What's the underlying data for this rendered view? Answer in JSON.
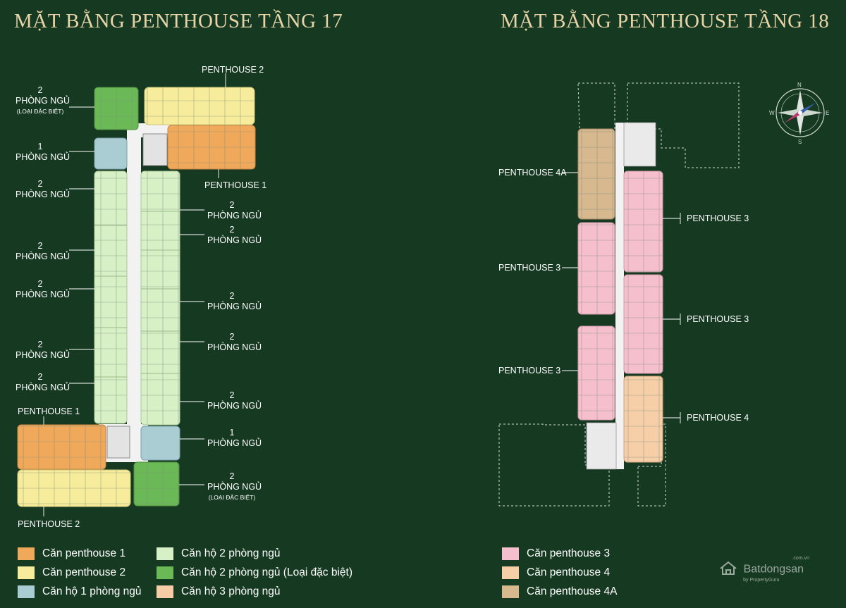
{
  "titles": {
    "left": "MẶT BẰNG PENTHOUSE TẦNG 17",
    "right": "MẶT BẰNG PENTHOUSE TẦNG 18"
  },
  "colors": {
    "background": "#163922",
    "penthouse1": "#f0a95a",
    "penthouse2": "#f7ec9b",
    "one_bed": "#a9cdd3",
    "two_bed": "#d8f0c6",
    "two_bed_special": "#6bb956",
    "three_bed": "#f6cda6",
    "penthouse3": "#f6bfcd",
    "penthouse4": "#f6cfa8",
    "penthouse4a": "#d7b88f",
    "title": "#e6d3a6"
  },
  "floor17": {
    "labels": {
      "ph2_top": "PENTHOUSE 2",
      "ph1_top": "PENTHOUSE 1",
      "ph1_bottom": "PENTHOUSE 1",
      "ph2_bottom": "PENTHOUSE 2",
      "l1_num": "2",
      "l1_text": "PHÒNG NGỦ",
      "l1_sub": "(LOẠI ĐẶC BIỆT)",
      "l2_num": "1",
      "l2_text": "PHÒNG NGỦ",
      "l3_num": "2",
      "l3_text": "PHÒNG NGỦ",
      "l4_num": "2",
      "l4_text": "PHÒNG NGỦ",
      "l5_num": "2",
      "l5_text": "PHÒNG NGỦ",
      "l6_num": "2",
      "l6_text": "PHÒNG NGỦ",
      "l7_num": "2",
      "l7_text": "PHÒNG NGỦ",
      "r1_num": "2",
      "r1_text": "PHÒNG NGỦ",
      "r2_num": "2",
      "r2_text": "PHÒNG NGỦ",
      "r3_num": "2",
      "r3_text": "PHÒNG NGỦ",
      "r4_num": "2",
      "r4_text": "PHÒNG NGỦ",
      "r5_num": "2",
      "r5_text": "PHÒNG NGỦ",
      "r6_num": "1",
      "r6_text": "PHÒNG NGỦ",
      "r7_num": "2",
      "r7_text": "PHÒNG NGỦ",
      "r7_sub": "(LOẠI ĐẶC BIỆT)"
    },
    "legend": [
      {
        "label": "Căn penthouse 1",
        "color": "#f0a95a"
      },
      {
        "label": "Căn penthouse 2",
        "color": "#f7ec9b"
      },
      {
        "label": "Căn hộ 1 phòng ngủ",
        "color": "#a9cdd3"
      },
      {
        "label": "Căn hộ 2 phòng ngủ",
        "color": "#d8f0c6"
      },
      {
        "label": "Căn hộ 2 phòng ngủ (Loại đặc biệt)",
        "color": "#6bb956"
      },
      {
        "label": "Căn hộ 3 phòng ngủ",
        "color": "#f6cda6"
      }
    ]
  },
  "floor18": {
    "labels": {
      "ph4a": "PENTHOUSE 4A",
      "ph3_r1": "PENTHOUSE 3",
      "ph3_l1": "PENTHOUSE 3",
      "ph3_r2": "PENTHOUSE 3",
      "ph3_l2": "PENTHOUSE 3",
      "ph4": "PENTHOUSE 4"
    },
    "legend": [
      {
        "label": "Căn penthouse 3",
        "color": "#f6bfcd"
      },
      {
        "label": "Căn penthouse 4",
        "color": "#f6cfa8"
      },
      {
        "label": "Căn penthouse 4A",
        "color": "#d7b88f"
      }
    ]
  },
  "compass": {
    "n": "N",
    "e": "E",
    "s": "S",
    "w": "W"
  },
  "watermark": {
    "brand": "Batdongsan",
    "tagline": "by PropertyGuru",
    "domain": ".com.vn"
  }
}
